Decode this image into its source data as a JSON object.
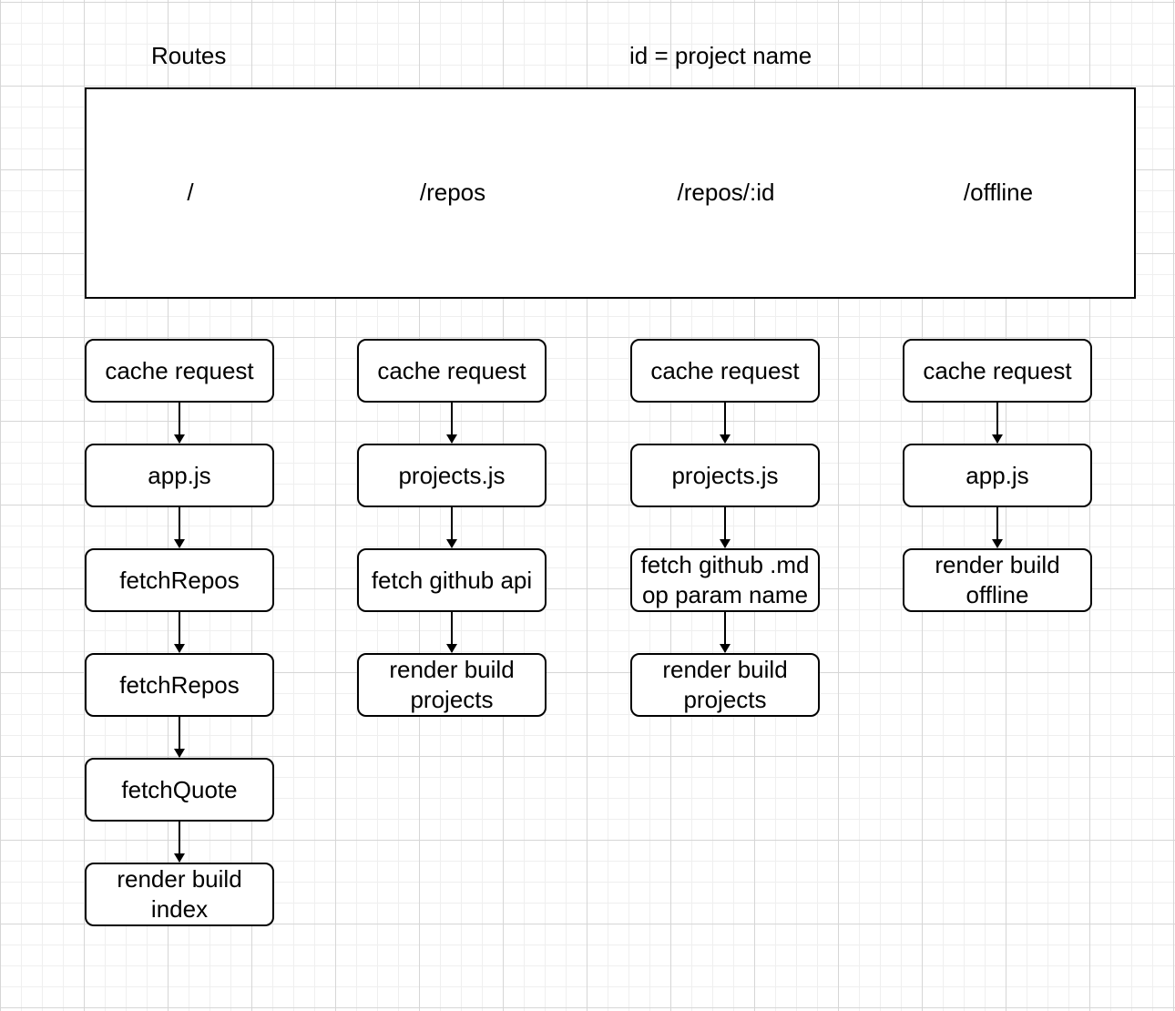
{
  "header": {
    "routes_title": "Routes",
    "id_note": "id = project name"
  },
  "routes": [
    {
      "path": "/"
    },
    {
      "path": "/repos"
    },
    {
      "path": "/repos/:id"
    },
    {
      "path": "/offline"
    }
  ],
  "flows": [
    {
      "steps": [
        "cache request",
        "app.js",
        "fetchRepos",
        "fetchRepos",
        "fetchQuote",
        "render build\nindex"
      ]
    },
    {
      "steps": [
        "cache request",
        "projects.js",
        "fetch github api",
        "render build\nprojects"
      ]
    },
    {
      "steps": [
        "cache request",
        "projects.js",
        "fetch github .md\nop param name",
        "render build\nprojects"
      ]
    },
    {
      "steps": [
        "cache request",
        "app.js",
        "render build\noffline"
      ]
    }
  ],
  "colors": {
    "stroke": "#000000",
    "fill": "#ffffff",
    "grid": "#d6d6d6"
  }
}
